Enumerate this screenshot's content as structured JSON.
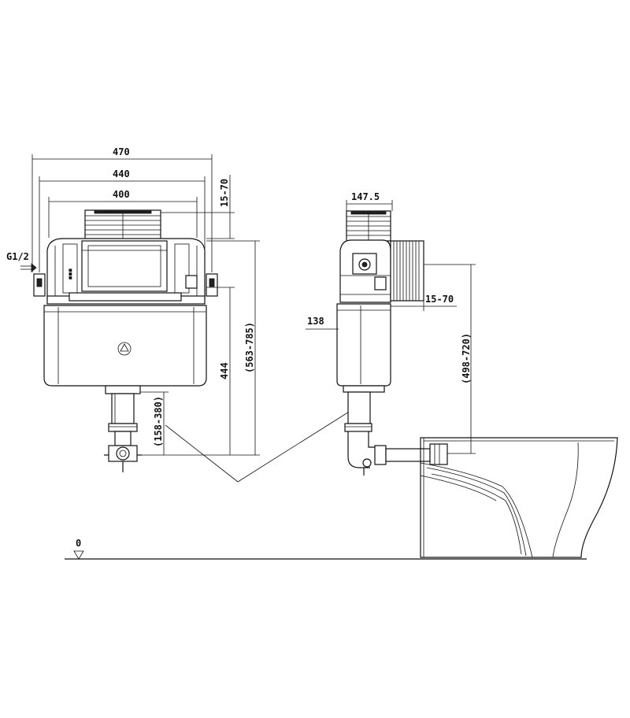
{
  "dimensions": {
    "width_470": "470",
    "width_440": "440",
    "width_400": "400",
    "range_15_70_top": "15-70",
    "range_563_785": "(563-785)",
    "height_444": "444",
    "range_158_380": "(158-380)",
    "inlet_g1_2": "G1/2",
    "depth_147_5": "147.5",
    "range_15_70_side": "15-70",
    "depth_138": "138",
    "range_498_720": "(498-720)",
    "floor_zero": "0"
  }
}
